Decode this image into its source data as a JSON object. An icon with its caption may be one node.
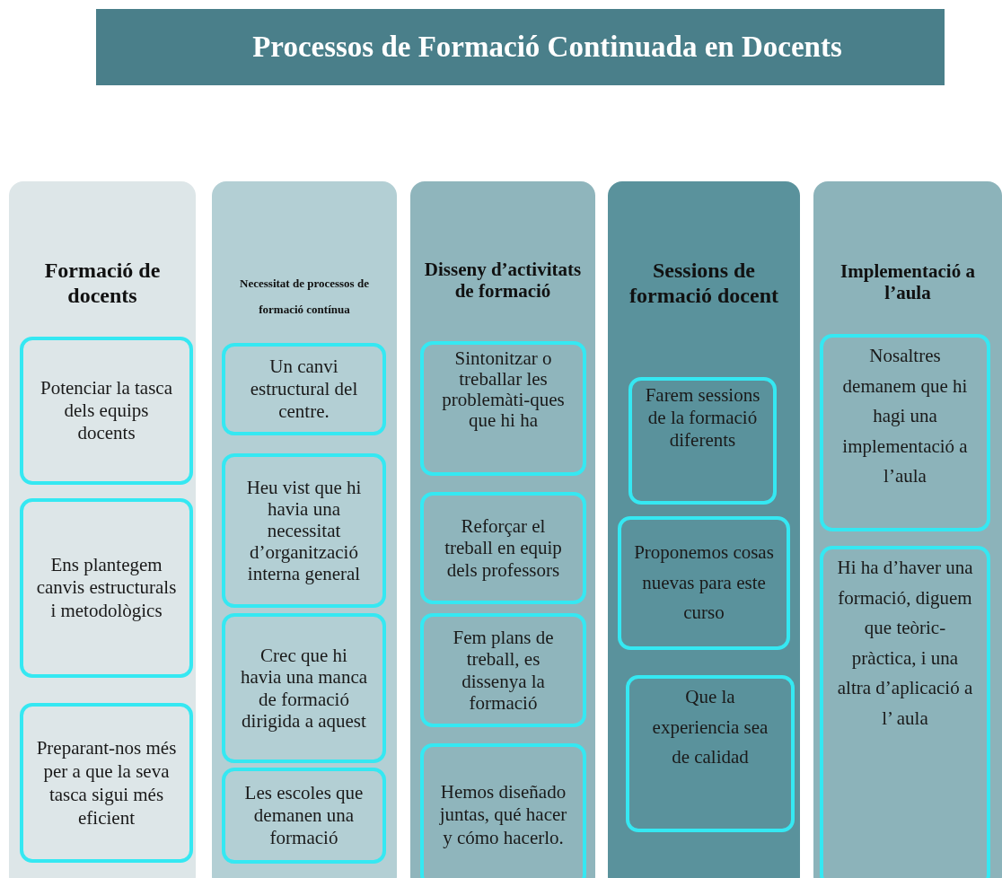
{
  "diagram": {
    "title": "Processos de Formació Continuada en Docents",
    "nodes": [
      {
        "text": [
          "Formació de docents"
        ]
      },
      {
        "text": [
          "Potenciar la tasca dels equips docents"
        ],
        "in": 0
      },
      {
        "text": [
          "Ens plantegem canvis estructurals i metodològics"
        ],
        "in": 0
      },
      {
        "text": [
          "Preparant-nos més per a que la seva tasca sigui més eficient"
        ],
        "in": 0
      },
      {
        "text": [
          "Necessitat de processos de formació contínua"
        ]
      },
      {
        "text": [
          "Un canvi estructural del centre."
        ],
        "in": 4
      },
      {
        "text": [
          "Heu vist que hi havia una necessitat d’organització interna general"
        ],
        "in": 4
      },
      {
        "text": [
          "Crec que hi havia una manca de formació dirigida a aquest"
        ],
        "in": 4
      },
      {
        "text": [
          "Les escoles que demanen una formació"
        ],
        "in": 4
      },
      {
        "text": [
          "Disseny d’activitats de formació"
        ]
      },
      {
        "text": [
          "Sintonitzar o treballar les problemàti-ques que hi ha"
        ],
        "in": 9
      },
      {
        "text": [
          "Reforçar el treball en equip dels professors"
        ],
        "in": 9
      },
      {
        "text": [
          "Fem plans de treball, es dissenya la formació"
        ],
        "in": 9
      },
      {
        "text": [
          "Hemos diseñado juntas, qué hacer y cómo hacerlo."
        ],
        "in": 9
      },
      {
        "text": [
          "Sessions de formació docent"
        ]
      },
      {
        "text": [
          "Farem sessions de la formació diferents"
        ],
        "in": 14
      },
      {
        "text": [
          "Proponemos cosas nuevas para este curso"
        ],
        "in": 14
      },
      {
        "text": [
          "Que la experiencia sea de calidad"
        ],
        "in": 14
      },
      {
        "text": [
          "Implementació a l’aula"
        ]
      },
      {
        "text": [
          "Nosaltres demanem que hi hagi una implementació a l’aula"
        ],
        "in": 18
      },
      {
        "text": [
          "Hi ha d’haver una formació, diguem que teòric-pràctica, i una altra d’aplicació a l’ aula"
        ],
        "in": 18
      }
    ]
  }
}
